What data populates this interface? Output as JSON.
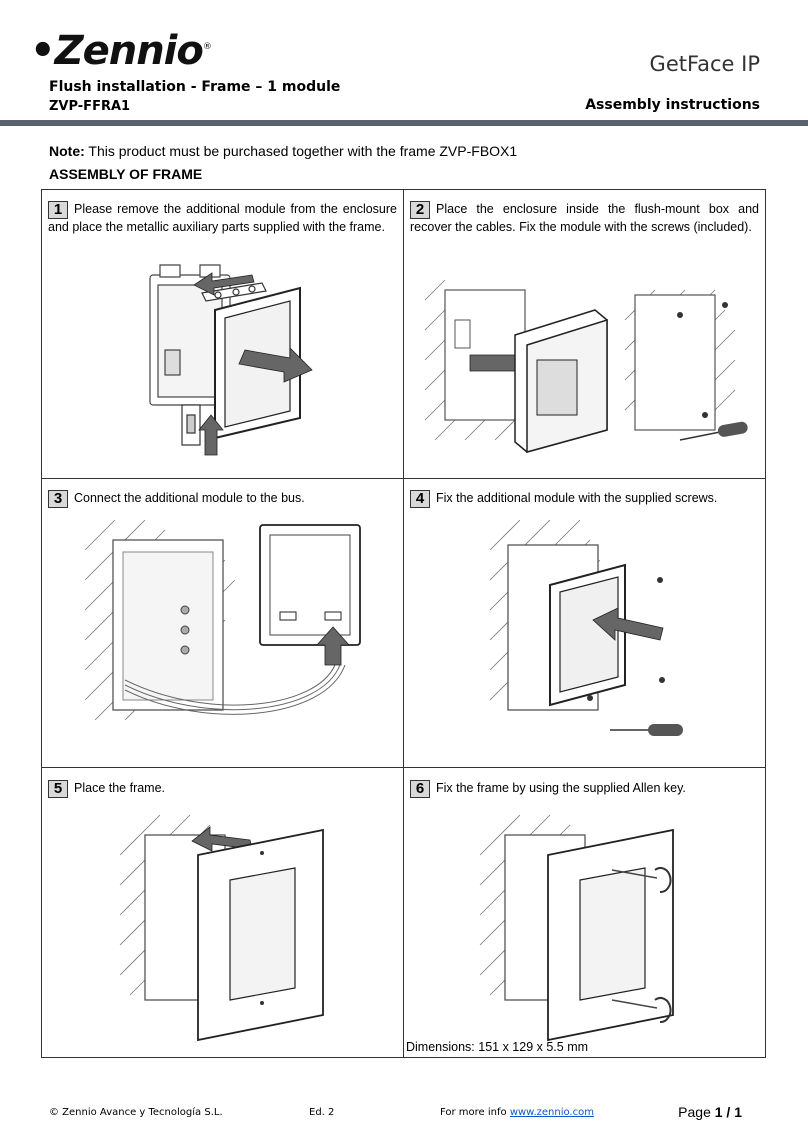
{
  "header": {
    "brand": "Zennio",
    "brand_mark": "®",
    "product": "GetFace IP",
    "subtitle": "Flush installation - Frame – 1 module",
    "model": "ZVP-FFRA1",
    "doc_type": "Assembly instructions"
  },
  "note": {
    "label": "Note:",
    "text": "This product must be purchased together with the frame ZVP-FBOX1"
  },
  "section_title": "ASSEMBLY OF FRAME",
  "steps": [
    {
      "number": "1",
      "text": "Please remove the additional module from the enclosure and place the metallic auxiliary parts supplied with the frame."
    },
    {
      "number": "2",
      "text": "Place the enclosure inside the flush-mount box and recover the cables. Fix the module with the screws (included)."
    },
    {
      "number": "3",
      "text": "Connect the additional module to the bus."
    },
    {
      "number": "4",
      "text": "Fix the additional module with the supplied screws."
    },
    {
      "number": "5",
      "text": "Place the frame."
    },
    {
      "number": "6",
      "text": "Fix the frame by using the supplied Allen key."
    }
  ],
  "dimensions": "Dimensions: 151 x 129 x 5.5 mm",
  "footer": {
    "copyright": "© Zennio Avance y Tecnología S.L.",
    "edition": "Ed. 2",
    "more_info": "For more info",
    "link": "www.zennio.com",
    "page_label": "Page",
    "page": "1 / 1"
  }
}
